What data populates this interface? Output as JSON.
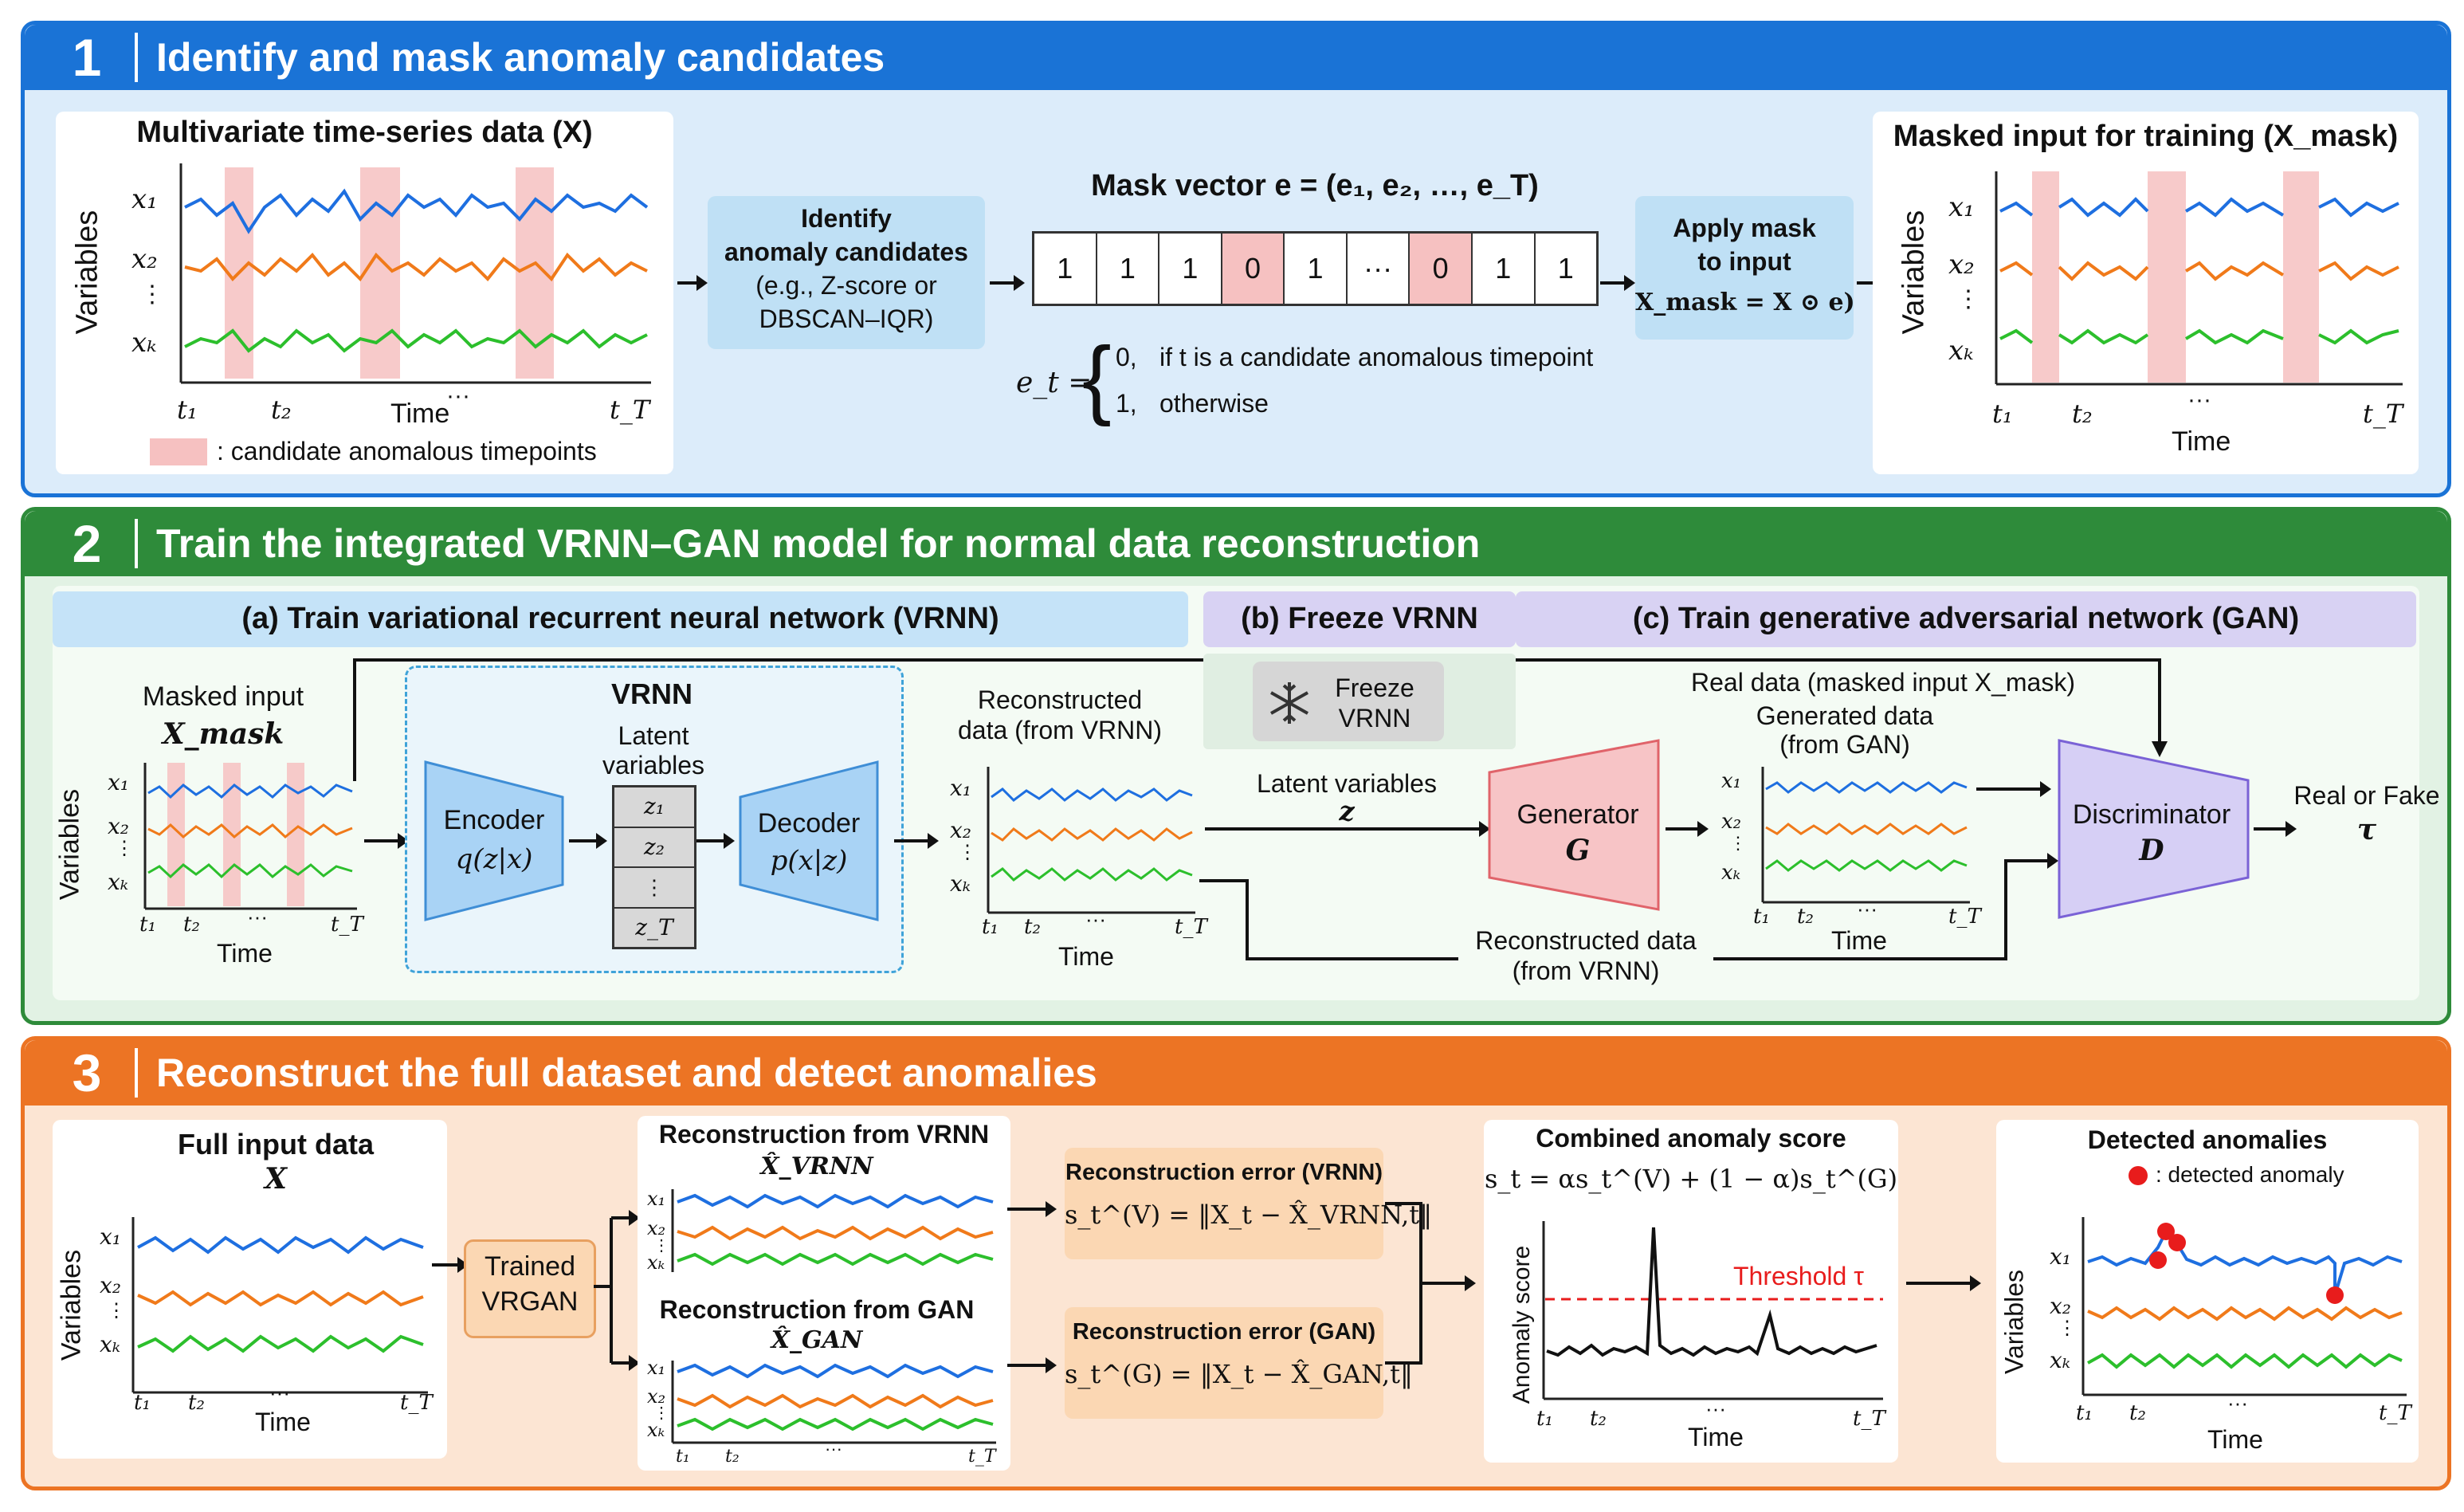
{
  "s1": {
    "num": "1",
    "title": "Identify and mask anomaly candidates",
    "input_title": "Multivariate time-series data (X)",
    "variables": "Variables",
    "x1": "x₁",
    "x2": "x₂",
    "xk": "xₖ",
    "vdots": "⋮",
    "t1": "t₁",
    "t2": "t₂",
    "time": "Time",
    "dots": "···",
    "tT": "t_T",
    "legend": ": candidate anomalous timepoints",
    "identify_lines": [
      "Identify",
      "anomaly candidates",
      "(e.g., Z-score or",
      "DBSCAN–IQR)"
    ],
    "mask_title": "Mask vector  e = (e₁, e₂, …, e_T)",
    "mask_cells": [
      "1",
      "1",
      "1",
      "0",
      "1",
      "···",
      "0",
      "1",
      "1"
    ],
    "et_label": "e_t =",
    "case0_val": "0,",
    "case0_text": "if t is a candidate anomalous timepoint",
    "case1_val": "1,",
    "case1_text": "otherwise",
    "apply_lines": [
      "Apply mask",
      "to input",
      "X_mask = X ⊙ e)"
    ],
    "output_title": "Masked input for training (X_mask)"
  },
  "s2": {
    "num": "2",
    "title": "Train the integrated VRNN–GAN model for normal data reconstruction",
    "tab_a": "(a) Train variational recurrent neural network (VRNN)",
    "tab_b": "(b) Freeze VRNN",
    "tab_c": "(c) Train generative adversarial network (GAN)",
    "masked_input": "Masked input",
    "x_mask": "X_mask",
    "vrnn": "VRNN",
    "latent_lines": [
      "Latent",
      "variables"
    ],
    "encoder": "Encoder",
    "encoder_f": "q(z|x)",
    "decoder": "Decoder",
    "decoder_f": "p(x|z)",
    "z_cells": [
      "z₁",
      "z₂",
      "⋮",
      "z_T"
    ],
    "recon_lines": [
      "Reconstructed",
      "data (from VRNN)"
    ],
    "freeze_lines": [
      "Freeze",
      "VRNN"
    ],
    "latent_z": "Latent variables",
    "z": "z",
    "generator": "Generator",
    "generator_sym": "G",
    "real_data": "Real  data (masked input X_mask)",
    "gen_lines": [
      "Generated data",
      "(from GAN)"
    ],
    "discriminator": "Discriminator",
    "discriminator_sym": "D",
    "real_fake": "Real or Fake",
    "tau": "τ",
    "recon_bottom": [
      "Reconstructed data",
      "(from VRNN)"
    ],
    "variables": "Variables",
    "time": "Time"
  },
  "s3": {
    "num": "3",
    "title": "Reconstruct the full dataset and detect anomalies",
    "full_input": "Full input data",
    "x": "X",
    "trained": [
      "Trained",
      "VRGAN"
    ],
    "recon_vrnn": "Reconstruction from VRNN",
    "x_vrnn": "X̂_VRNN",
    "recon_gan": "Reconstruction from GAN",
    "x_gan": "X̂_GAN",
    "err_vrnn_title": "Reconstruction error (VRNN)",
    "err_vrnn_formula": "s_t^(V) = ‖X_t − X̂_VRNN,t‖",
    "err_gan_title": "Reconstruction error (GAN)",
    "err_gan_formula": "s_t^(G) = ‖X_t − X̂_GAN,t‖",
    "combined_title": "Combined anomaly score",
    "combined_formula": "s_t = αs_t^(V) + (1 − α)s_t^(G)",
    "threshold": "Threshold τ",
    "anomaly_score": "Anomaly score",
    "detected_title": "Detected anomalies",
    "detected_legend": ": detected anomaly",
    "variables": "Variables",
    "time": "Time"
  },
  "colors": {
    "s1": "#1a73d6",
    "s2": "#2e8b3a",
    "s3": "#ec7424",
    "blue_line": "#1e6fe0",
    "orange_line": "#f07a1a",
    "green_line": "#2cbf2c",
    "anomaly_red": "#e81c1c"
  }
}
